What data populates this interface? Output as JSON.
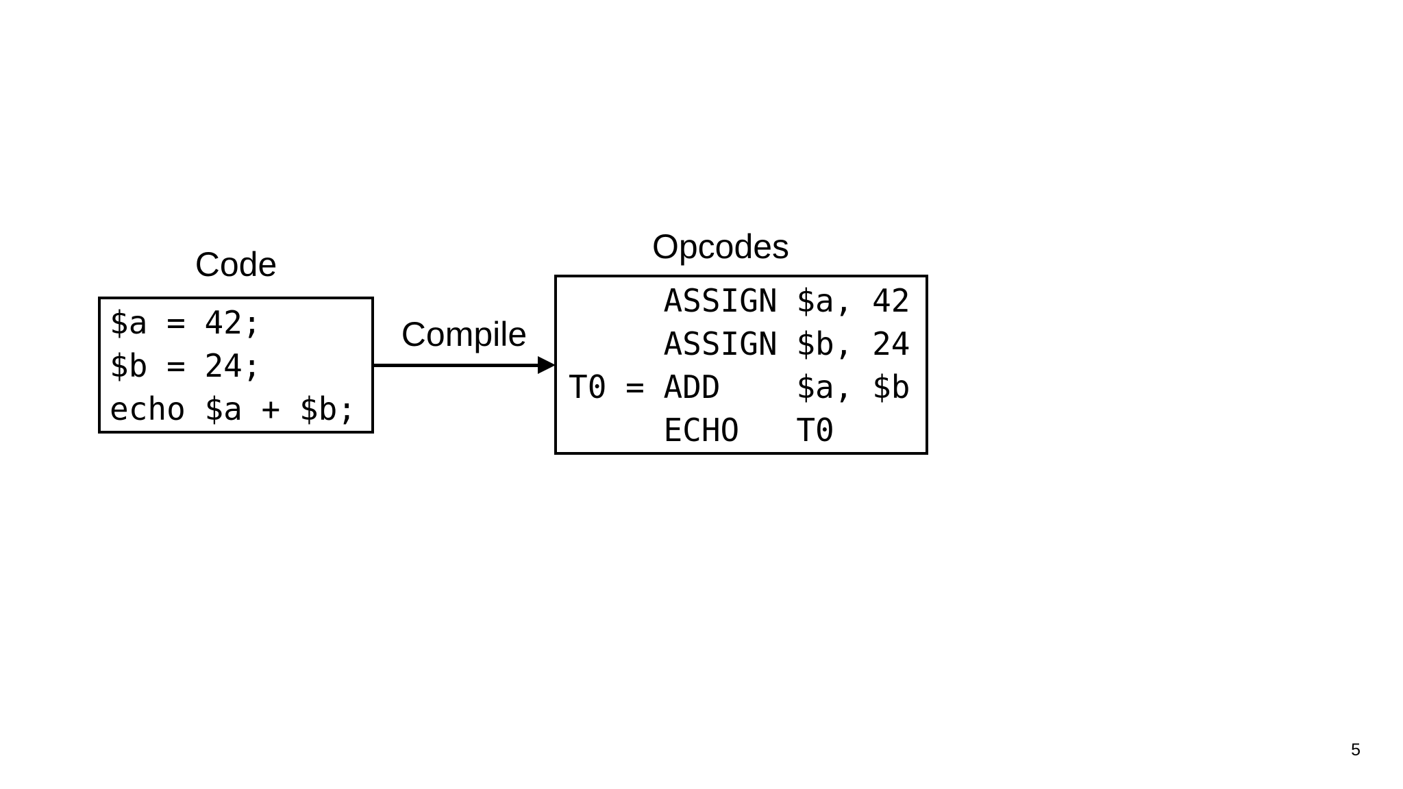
{
  "slide": {
    "page_number": "5",
    "colors": {
      "background": "#ffffff",
      "foreground": "#000000"
    },
    "code_panel": {
      "title": "Code",
      "lines": [
        "$a = 42;",
        "$b = 24;",
        "echo $a + $b;"
      ]
    },
    "arrow": {
      "label": "Compile"
    },
    "opcodes_panel": {
      "title": "Opcodes",
      "lines": [
        "     ASSIGN $a, 42",
        "     ASSIGN $b, 24",
        "T0 = ADD    $a, $b",
        "     ECHO   T0"
      ]
    }
  }
}
